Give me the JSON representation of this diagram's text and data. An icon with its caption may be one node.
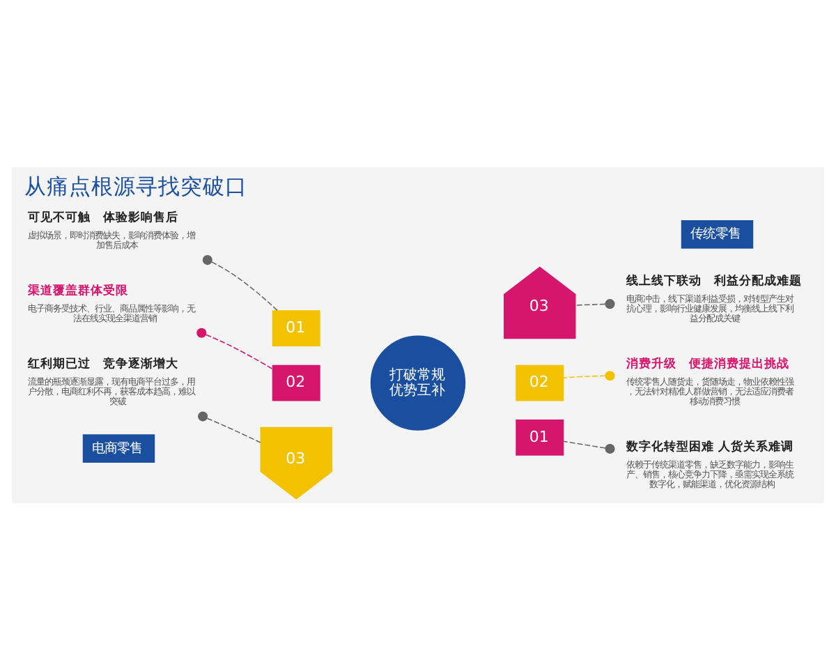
{
  "diagram": {
    "title": "从痛点根源寻找突破口",
    "nodes": [
      {
        "text": [
          "可见不可触　体验影响售后",
          "虚拟场景，即时消费缺失，影响消费体验，增加售后成本"
        ]
      },
      {
        "text": [
          "01"
        ]
      },
      {
        "text": [
          "传统零售"
        ]
      },
      {
        "text": [
          "线上线下联动　利益分配成难题",
          "电商冲击，线下渠道利益受损，对转型产生对抗心理，影响行业健康发展，均衡线上线下利益分配成关键"
        ]
      },
      {
        "text": [
          "02"
        ]
      },
      {
        "text": [
          "渠道覆盖群体受限",
          "电子商务受技术、行业、商品属性等影响，无法在线实现全渠道营销"
        ]
      },
      {
        "text": [
          "打破常规优势互补"
        ]
      },
      {
        "text": [
          "03"
        ]
      },
      {
        "text": [
          "03"
        ]
      },
      {
        "text": [
          "红利期已过　竞争逐渐增大",
          "流量的瓶颈逐渐显露，现有电商平台过多，用户分散，电商红利不再，获客成本趋高，难以突破"
        ]
      },
      {
        "text": [
          "消费升级　便捷消费提出挑战",
          "传统零售人随货走，货随场走，物业依赖性强，无法针对精准人群做营销，无法适应消费者移动消费习惯"
        ]
      },
      {
        "text": [
          "02"
        ]
      },
      {
        "text": [
          "01"
        ]
      },
      {
        "text": [
          "数字化转型困难 人货关系难调",
          "依赖于传统渠道零售，缺乏数字能力，影响生产、销售，核心竞争力下降，亟需实现全系统数字化，赋能渠道，优化资源结构"
        ]
      },
      {
        "text": [
          "电商零售"
        ]
      }
    ],
    "edges": [
      {
        "from": 0,
        "to": 1,
        "arrow": "other",
        "style": "dashed"
      },
      {
        "from": 5,
        "to": 4,
        "arrow": "other",
        "style": "dashed",
        "color": "#d6156c"
      },
      {
        "from": 9,
        "to": 8,
        "arrow": "other",
        "style": "dashed"
      },
      {
        "from": 3,
        "to": 7,
        "arrow": "other",
        "style": "dashed"
      },
      {
        "from": 10,
        "to": 11,
        "arrow": "other",
        "style": "dashed",
        "color": "#f2c200"
      },
      {
        "from": 13,
        "to": 12,
        "arrow": "other",
        "style": "dashed"
      }
    ]
  }
}
